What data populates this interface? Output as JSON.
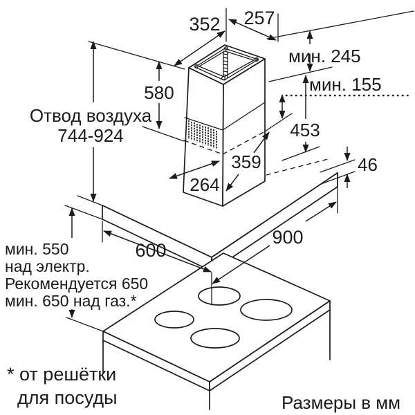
{
  "drawing": {
    "top_dimensions": {
      "duct_width_left": "352",
      "duct_width_right": "257"
    },
    "ceiling_clearances": {
      "min_to_ceiling": "мин. 245",
      "min_overlap": "мин. 155"
    },
    "duct": {
      "upper_section_height": "580",
      "air_outlet_label": "Отвод воздуха",
      "air_outlet_range": "744-924",
      "lower_section_height": "453",
      "offset_right": "359",
      "offset_left": "264"
    },
    "canopy": {
      "thickness": "46",
      "width": "600",
      "depth": "900"
    },
    "hob_clearance": {
      "line1": "мин. 550",
      "line2": "над электр.",
      "line3": "Рекомендуется 650",
      "line4": "мин. 650 над газ.*"
    },
    "footnote": {
      "line1": "* от решётки",
      "line2": "для посуды"
    },
    "units_note": "Размеры в мм"
  }
}
